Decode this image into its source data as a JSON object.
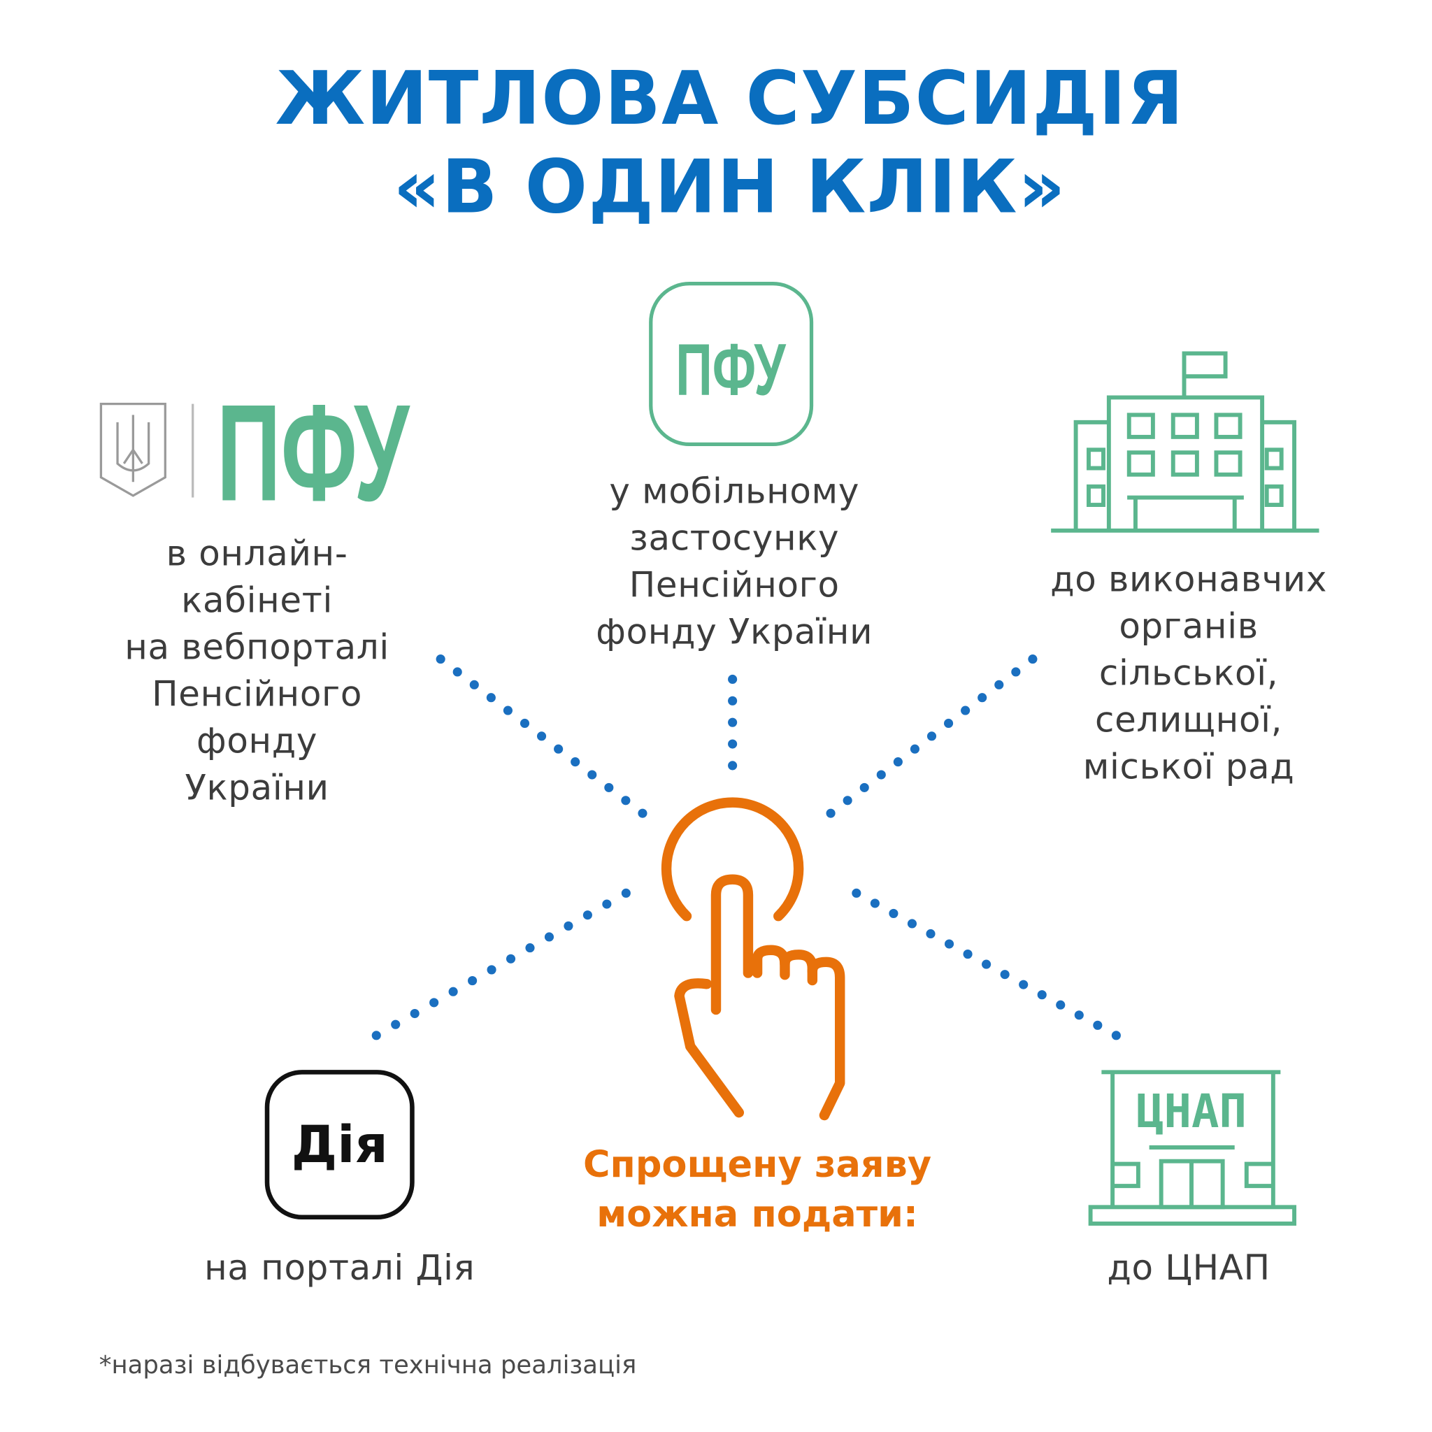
{
  "title": {
    "line1": "ЖИТЛОВА СУБСИДІЯ",
    "line2": "«В ОДИН КЛІК»"
  },
  "channels": [
    {
      "logo_text": "ПФУ",
      "label": [
        "в онлайн-",
        "кабінеті",
        "на вебпорталі",
        "Пенсійного",
        "фонду",
        "України"
      ]
    },
    {
      "logo_text": "ПФУ",
      "label": [
        "у мобільному",
        "застосунку",
        "Пенсійного",
        "фонду України"
      ]
    },
    {
      "label": [
        "до виконавчих",
        "органів",
        "сільської,",
        "селищної,",
        "міської рад"
      ]
    },
    {
      "logo_text": "Дія",
      "label": [
        "на порталі Дія"
      ]
    },
    {
      "logo_text": "ЦНАП",
      "label": [
        "до ЦНАП"
      ]
    }
  ],
  "center": {
    "line1": "Спрощену заяву",
    "line2": "можна подати:"
  },
  "footnote": "*наразі відбувається технічна реалізація",
  "colors": {
    "blue": "#0a6ebf",
    "green": "#5bb68e",
    "orange": "#e8710a",
    "dots": "#1a6fc0"
  }
}
